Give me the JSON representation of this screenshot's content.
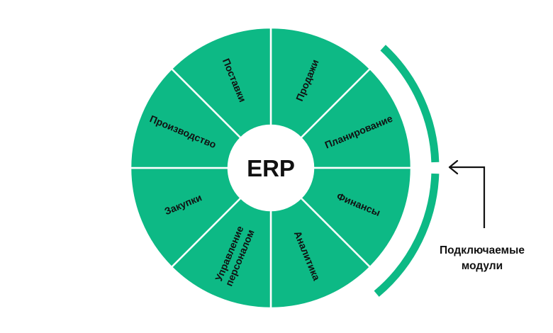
{
  "center_label": "ERP",
  "colors": {
    "segment_fill": "#0db985",
    "segment_border": "#ffffff",
    "center_fill": "#ffffff",
    "text": "#111111",
    "arrow": "#111111"
  },
  "segments": [
    {
      "lines": [
        "Продажи"
      ]
    },
    {
      "lines": [
        "Планирование"
      ]
    },
    {
      "lines": [
        "Финансы"
      ]
    },
    {
      "lines": [
        "Аналитика"
      ]
    },
    {
      "lines": [
        "Управление",
        "персоналом"
      ]
    },
    {
      "lines": [
        "Закупки"
      ]
    },
    {
      "lines": [
        "Производство"
      ]
    },
    {
      "lines": [
        "Поставки"
      ]
    }
  ],
  "plugin_modules": {
    "caption_line1": "Подключаемые",
    "caption_line2": "модули",
    "arrow_icon": "arrow-left-icon"
  }
}
